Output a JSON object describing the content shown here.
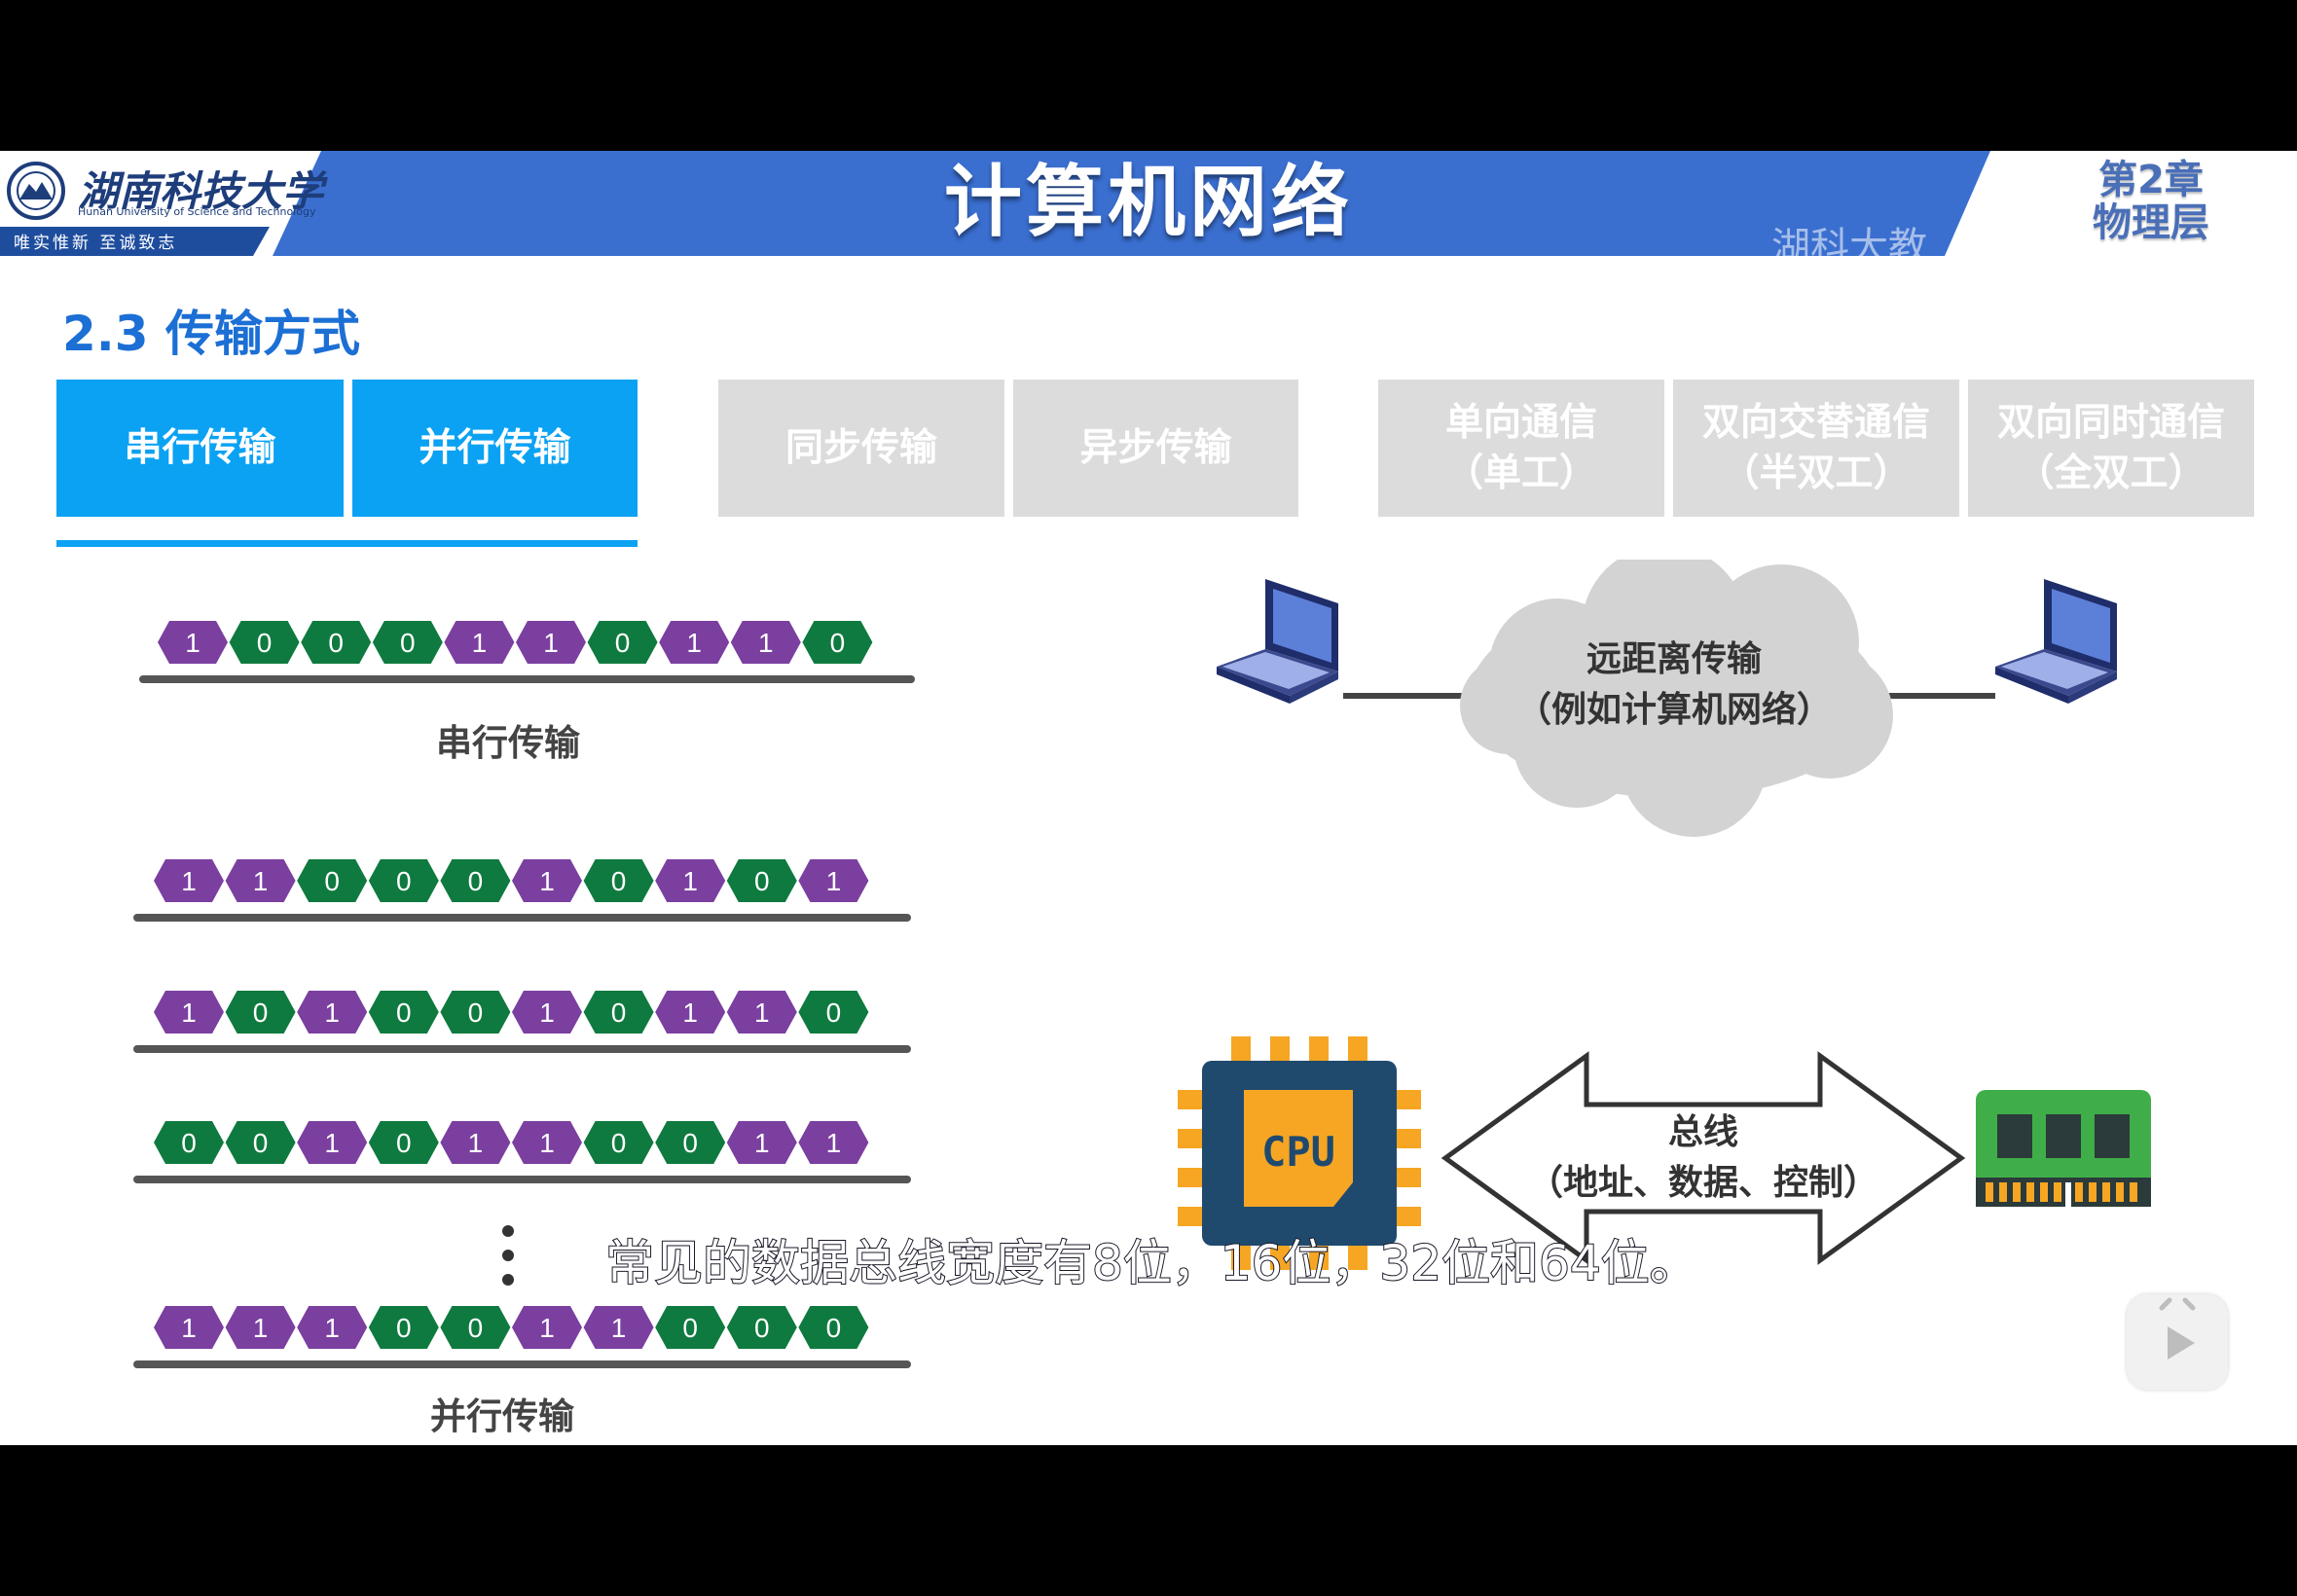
{
  "header": {
    "course_title": "计算机网络",
    "chapter": "第2章",
    "chapter_subtitle": "物理层",
    "watermark": "湖科大教",
    "logo_name": "湖南科技大学",
    "logo_english": "Hunan University of Science and Technology",
    "logo_motto": "唯实惟新  至诚致志"
  },
  "section_title": "2.3 传输方式",
  "tabs": [
    {
      "label": "串行传输",
      "active": true
    },
    {
      "label": "并行传输",
      "active": true
    },
    {
      "label": "同步传输",
      "active": false
    },
    {
      "label": "异步传输",
      "active": false
    },
    {
      "label": "单向通信",
      "sub": "（单工）",
      "active": false
    },
    {
      "label": "双向交替通信",
      "sub": "（半双工）",
      "active": false
    },
    {
      "label": "双向同时通信",
      "sub": "（全双工）",
      "active": false
    }
  ],
  "serial": {
    "bits": [
      1,
      0,
      0,
      0,
      1,
      1,
      0,
      1,
      1,
      0
    ],
    "caption": "串行传输"
  },
  "parallel": {
    "rows": [
      [
        1,
        1,
        0,
        0,
        0,
        1,
        0,
        1,
        0,
        1
      ],
      [
        1,
        0,
        1,
        0,
        0,
        1,
        0,
        1,
        1,
        0
      ],
      [
        0,
        0,
        1,
        0,
        1,
        1,
        0,
        0,
        1,
        1
      ],
      [
        1,
        1,
        1,
        0,
        0,
        1,
        1,
        0,
        0,
        0
      ]
    ],
    "ellipsis": "⋮",
    "caption": "并行传输"
  },
  "network": {
    "cloud_line1": "远距离传输",
    "cloud_line2": "（例如计算机网络）"
  },
  "bus": {
    "cpu_label": "CPU",
    "line1": "总线",
    "line2": "（地址、数据、控制）"
  },
  "subtitle": "常见的数据总线宽度有8位，16位，32位和64位。",
  "colors": {
    "bit_one": "#7b3fa0",
    "bit_zero": "#0f7a3f",
    "tab_active": "#0ba2f3",
    "tab_inactive": "#dcdcdc",
    "header_blue": "#3a6fd0",
    "section_title": "#1c6fd4",
    "cloud": "#d3d3d3"
  },
  "icons": [
    "university-logo-icon",
    "laptop-icon",
    "cloud-icon",
    "cpu-chip-icon",
    "memory-module-icon",
    "double-arrow-icon",
    "play-icon"
  ]
}
